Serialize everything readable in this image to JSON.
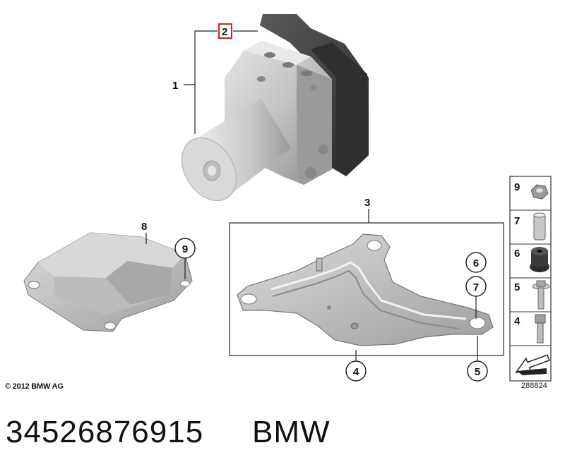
{
  "callouts": {
    "abs_unit": "1",
    "connector_highlight": "2",
    "bracket": "3",
    "control_unit": "8"
  },
  "circled": {
    "cu_nut": "9",
    "grommet_6": "6",
    "sleeve_7": "7",
    "bolt_4": "4",
    "bolt_5": "5"
  },
  "side_panel": {
    "items": [
      {
        "num": "9",
        "part": "nut"
      },
      {
        "num": "7",
        "part": "sleeve"
      },
      {
        "num": "6",
        "part": "rubber-mount"
      },
      {
        "num": "5",
        "part": "collar-bolt"
      },
      {
        "num": "4",
        "part": "hex-bolt"
      }
    ],
    "footer_icon": "direction-arrow-icon"
  },
  "copyright": "© 2012 BMW AG",
  "diagram_id": "288824",
  "part_number": "34526876915",
  "brand": "BMW",
  "colors": {
    "highlight": "#d62020",
    "metal_light": "#d4d4d4",
    "metal_dark": "#8a8a8a",
    "housing_dark": "#3a3a3a"
  }
}
